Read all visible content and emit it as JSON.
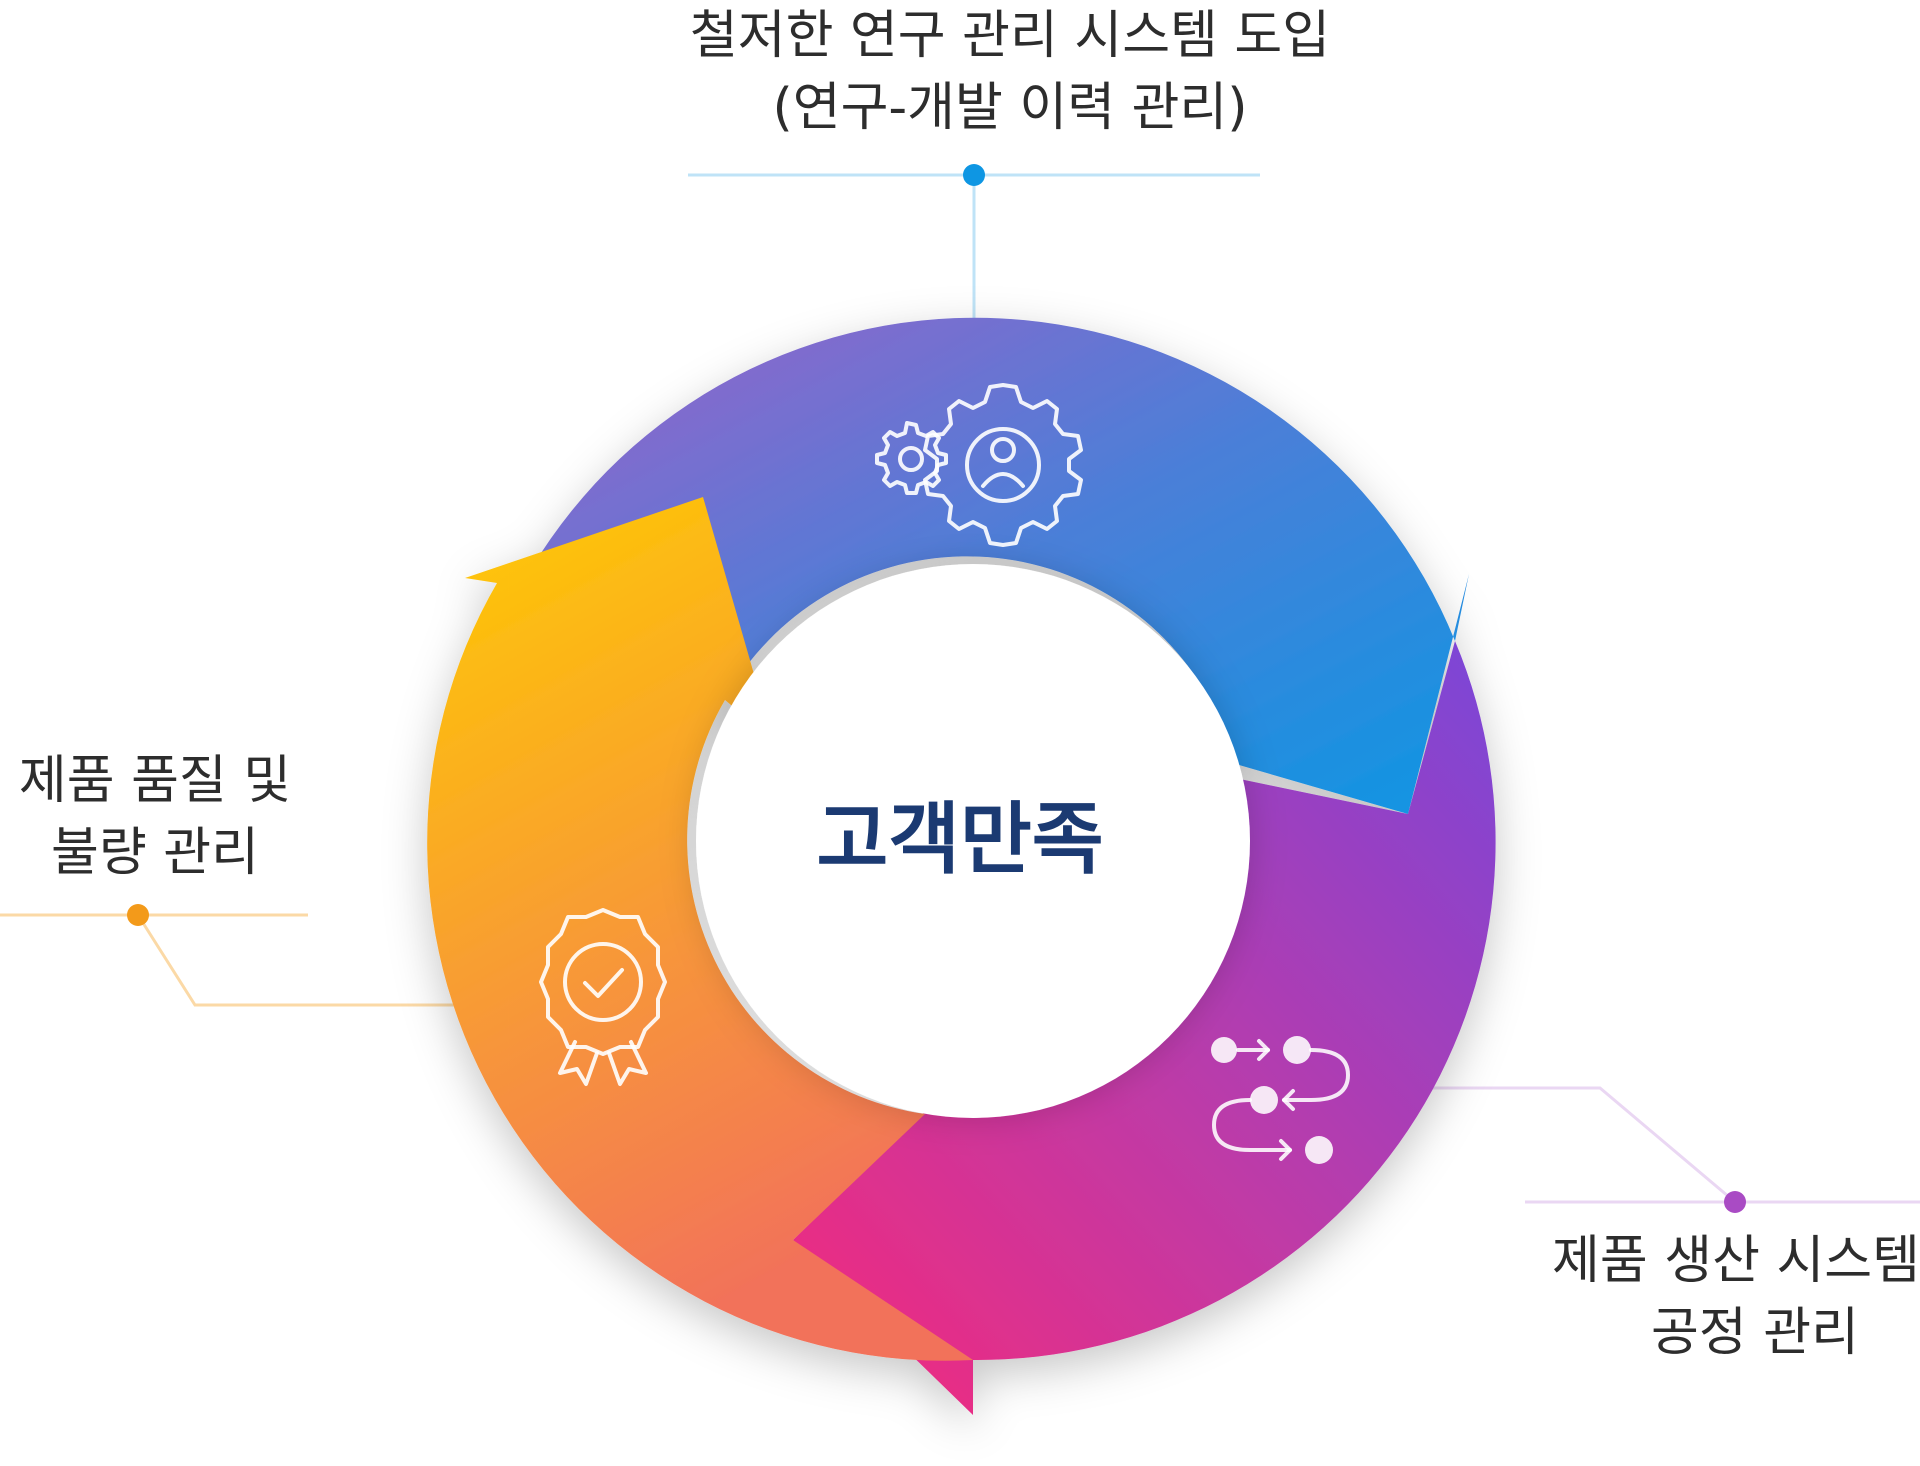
{
  "center": {
    "title": "고객만족"
  },
  "stages": [
    {
      "lines": [
        "철저한 연구 관리 시스템 도입",
        "(연구-개발 이력 관리)"
      ],
      "icon": "gear-user-icon",
      "color": "#1e90e6"
    },
    {
      "lines": [
        "제품 생산 시스템",
        "공정 관리"
      ],
      "icon": "process-flow-icon",
      "color": "#a040c0"
    },
    {
      "lines": [
        "제품 품질 및",
        "불량 관리"
      ],
      "icon": "quality-badge-icon",
      "color": "#f09010"
    }
  ],
  "colors": {
    "blue": "#0e96e3",
    "purple": "#8a56cf",
    "pink": "#f5287a",
    "magenta": "#8f45d6",
    "yellow": "#ffcc00",
    "orange": "#f58a4e",
    "title": "#1b3a72"
  }
}
